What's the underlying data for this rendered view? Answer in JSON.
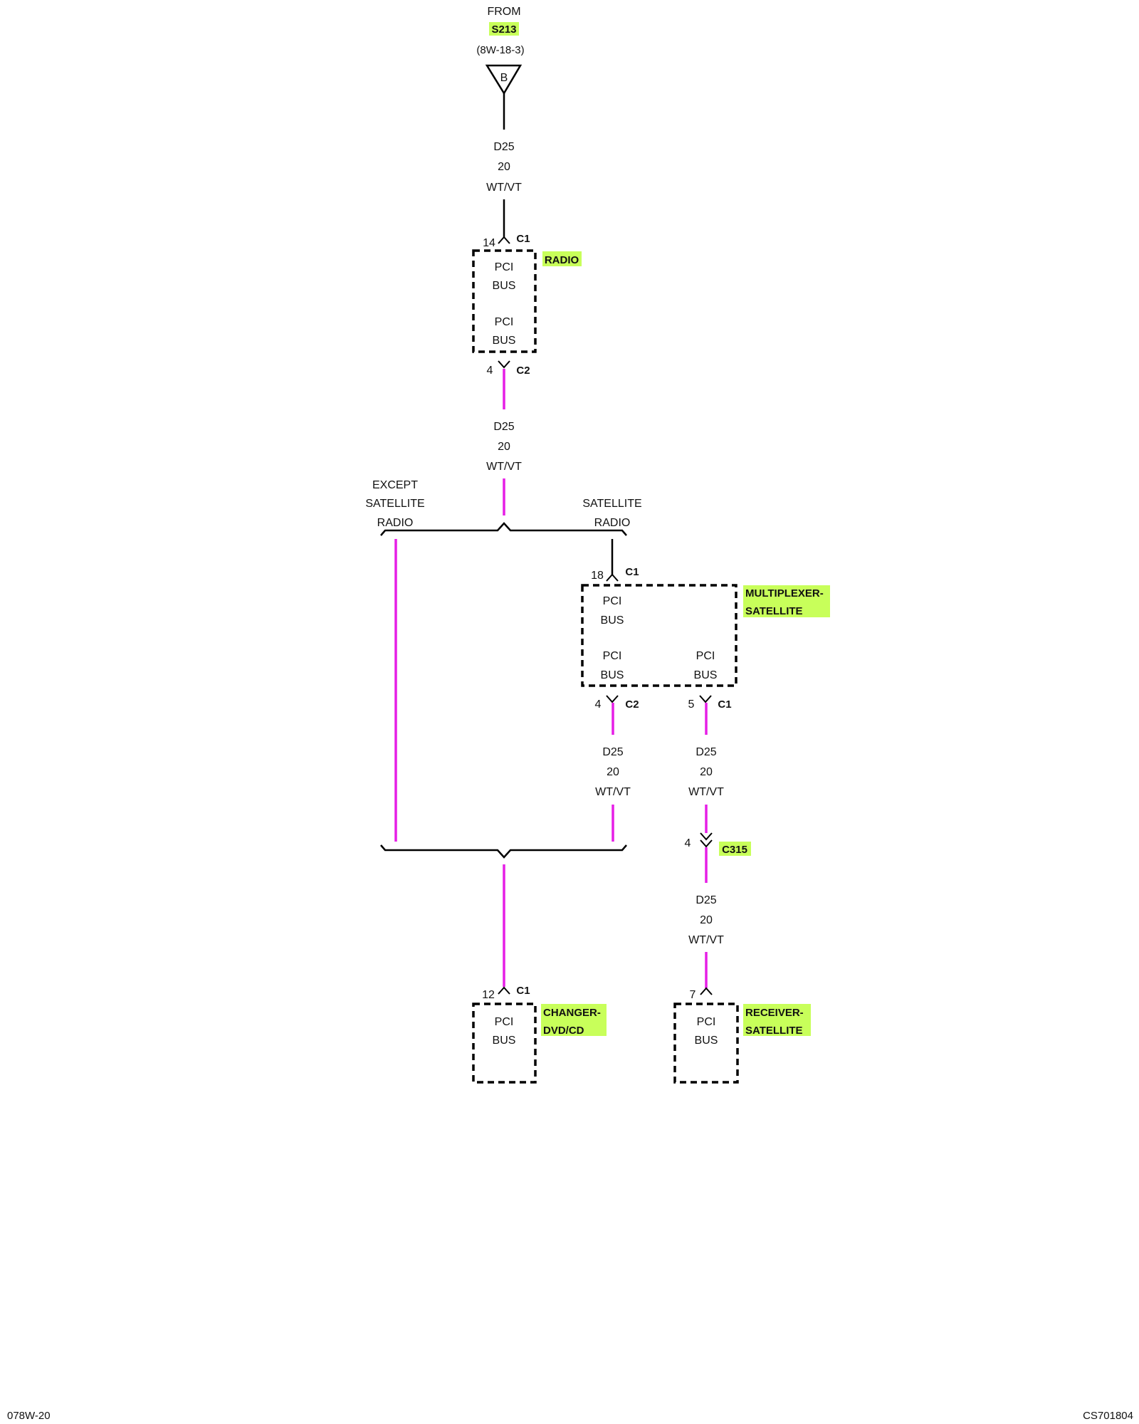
{
  "source": {
    "from_label": "FROM",
    "splice": "S213",
    "reference": "(8W-18-3)",
    "connector_letter": "B"
  },
  "wire": {
    "circuit": "D25",
    "gauge": "20",
    "color": "WT/VT"
  },
  "components": {
    "radio": {
      "name": "RADIO",
      "pin_in": "14",
      "conn_in": "C1",
      "pin_out": "4",
      "conn_out": "C2",
      "pci_1": "PCI",
      "bus_1": "BUS",
      "pci_2": "PCI",
      "bus_2": "BUS"
    },
    "multiplexer": {
      "name_line1": "MULTIPLEXER-",
      "name_line2": "SATELLITE",
      "pin_in": "18",
      "conn_in": "C1",
      "pin_out_left": "4",
      "conn_out_left": "C2",
      "pin_out_right": "5",
      "conn_out_right": "C1",
      "pci_1": "PCI",
      "bus_1": "BUS",
      "pci_2": "PCI",
      "bus_2": "BUS",
      "pci_3": "PCI",
      "bus_3": "BUS"
    },
    "changer": {
      "name_line1": "CHANGER-",
      "name_line2": "DVD/CD",
      "pin": "12",
      "conn": "C1",
      "pci": "PCI",
      "bus": "BUS"
    },
    "receiver": {
      "name_line1": "RECEIVER-",
      "name_line2": "SATELLITE",
      "pin": "7",
      "pci": "PCI",
      "bus": "BUS"
    }
  },
  "inline_connector": {
    "pin": "4",
    "name": "C315"
  },
  "branches": {
    "except_line1": "EXCEPT",
    "except_line2": "SATELLITE",
    "except_line3": "RADIO",
    "sat_line1": "SATELLITE",
    "sat_line2": "RADIO"
  },
  "footer": {
    "page_code": "078W-20",
    "figure_id": "CS701804"
  },
  "colors": {
    "wire_data": "#e61ee6",
    "wire_feed": "#000000",
    "highlight": "#c8ff5a",
    "reference": "#1a1a8c"
  }
}
